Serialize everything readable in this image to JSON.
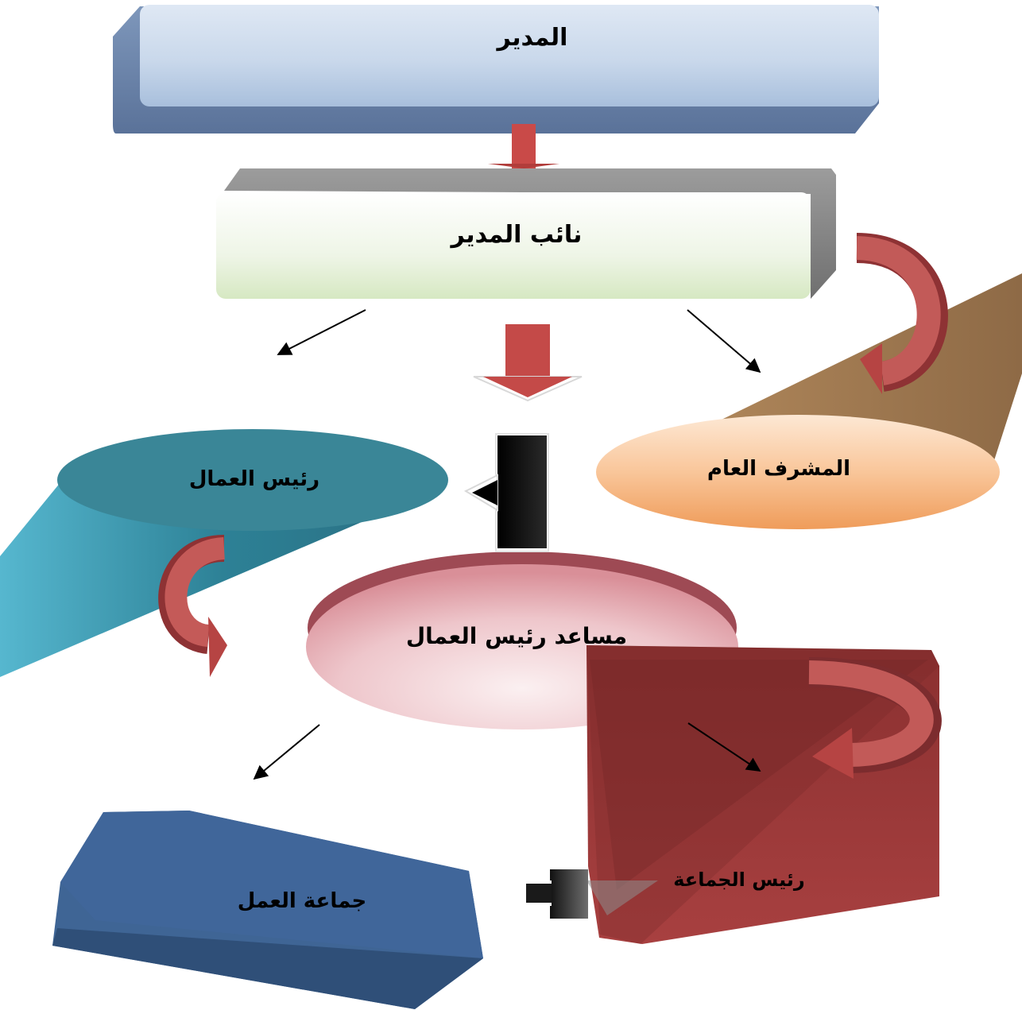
{
  "diagram": {
    "nodes": {
      "director": "المدير",
      "deputy_director": "نائب المدير",
      "general_supervisor": "المشرف العام",
      "foreman": "رئيس العمال",
      "assistant_foreman": "مساعد رئيس العمال",
      "group_leader": "رئيس الجماعة",
      "work_crew": "جماعة العمل"
    },
    "colors": {
      "director_box": "#c8d7ea",
      "deputy_box": "#eaf3df",
      "supervisor": "#f7b985",
      "foreman": "#3b8799",
      "assistant": "#e8b4ba",
      "group_leader": "#8c2e2e",
      "work_crew": "#3e6697",
      "arrow_red": "#c24a48"
    },
    "edges": [
      [
        "director",
        "deputy_director"
      ],
      [
        "deputy_director",
        "general_supervisor"
      ],
      [
        "deputy_director",
        "foreman"
      ],
      [
        "general_supervisor",
        "assistant_foreman"
      ],
      [
        "foreman",
        "assistant_foreman"
      ],
      [
        "assistant_foreman",
        "group_leader"
      ],
      [
        "assistant_foreman",
        "work_crew"
      ],
      [
        "group_leader",
        "work_crew"
      ]
    ]
  }
}
